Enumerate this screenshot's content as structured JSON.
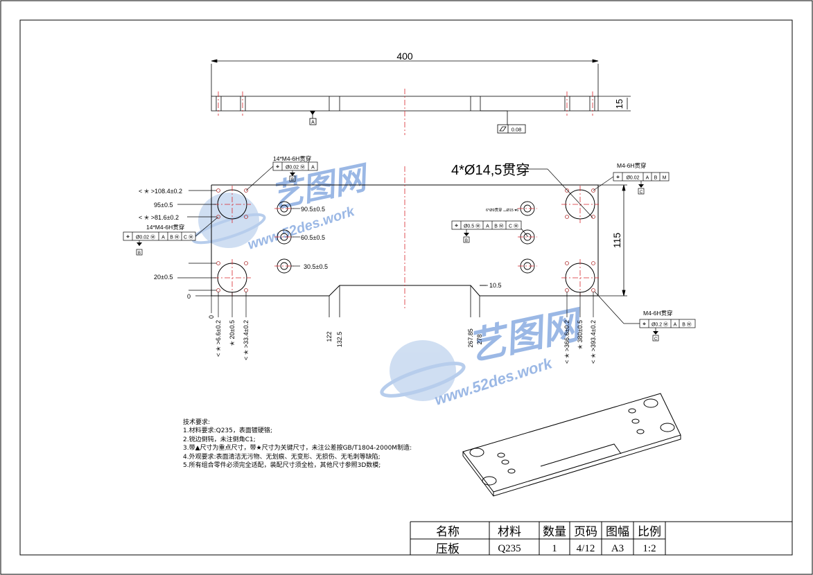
{
  "dims": {
    "overall_length": "400",
    "thickness": "15",
    "height": "115",
    "flatness_value": "0.08",
    "datum_a": "A",
    "left_ords": [
      "< ✭ >108.4±0.2",
      "95±0.5",
      "< ✭ >81.6±0.2",
      "20±0.5",
      "0"
    ],
    "hole_y": [
      "90.5±0.5",
      "60.5±0.5",
      "30.5±0.5"
    ],
    "step_y": "10.5",
    "bottom_ords": [
      "0",
      "< ✭ >6.6±0.2",
      "✭ 20±0.5",
      "< ✭ >33.4±0.2",
      "122",
      "132.5",
      "267.85",
      "278",
      "< ✭ >366.6±0.2",
      "✭ 380±0.5",
      "< ✭ >393.4±0.2"
    ]
  },
  "callouts": {
    "big_holes": "4*Ø14,5贯穿",
    "tap_top_left": "14*M4-6H贯穿",
    "tap_left": "14*M4-6H贯穿",
    "tap_top_right": "M4-6H贯穿",
    "tap_bottom_right": "M4-6H贯穿",
    "small_note": "6*Ø9贯穿 ⌴Ø15 ▾6",
    "fcf_tl": [
      "⌖",
      "Ø0.02 Ⓜ",
      "A"
    ],
    "fcf_l": [
      "⌖",
      "Ø0.02 Ⓜ",
      "A",
      "B Ⓜ",
      "C Ⓜ"
    ],
    "fcf_mid": [
      "⌖",
      "Ø0.5 Ⓜ",
      "A",
      "B Ⓜ",
      "C Ⓜ"
    ],
    "fcf_tr": [
      "⌖",
      "Ø0.02",
      "A",
      "B",
      "M"
    ],
    "fcf_br": [
      "⌖",
      "Ø0.2 Ⓜ",
      "A",
      "B Ⓜ"
    ],
    "datum_b": "B",
    "datum_c": "C"
  },
  "watermark": {
    "brand": "艺图网",
    "url": "www.52des.work"
  },
  "notes": {
    "title": "技术要求:",
    "items": [
      "1.材料要求:Q235，表面镀硬铬;",
      "2.锐边倒钝，未注倒角C1;",
      "3.带▲尺寸为重点尺寸，带★尺寸为关键尺寸，未注公差按GB/T1804-2000M制造:",
      "4.外观要求:表面清洁无污物、无划痕、无变形、无损伤、无毛刺等缺陷;",
      "5.所有组合零件必须完全适配，装配尺寸须全检，其他尺寸参照3D数模;"
    ]
  },
  "title_block": {
    "headers": [
      "名称",
      "材料",
      "数量",
      "页码",
      "图幅",
      "比例"
    ],
    "values": [
      "压板",
      "Q235",
      "1",
      "4/12",
      "A3",
      "1:2"
    ]
  }
}
